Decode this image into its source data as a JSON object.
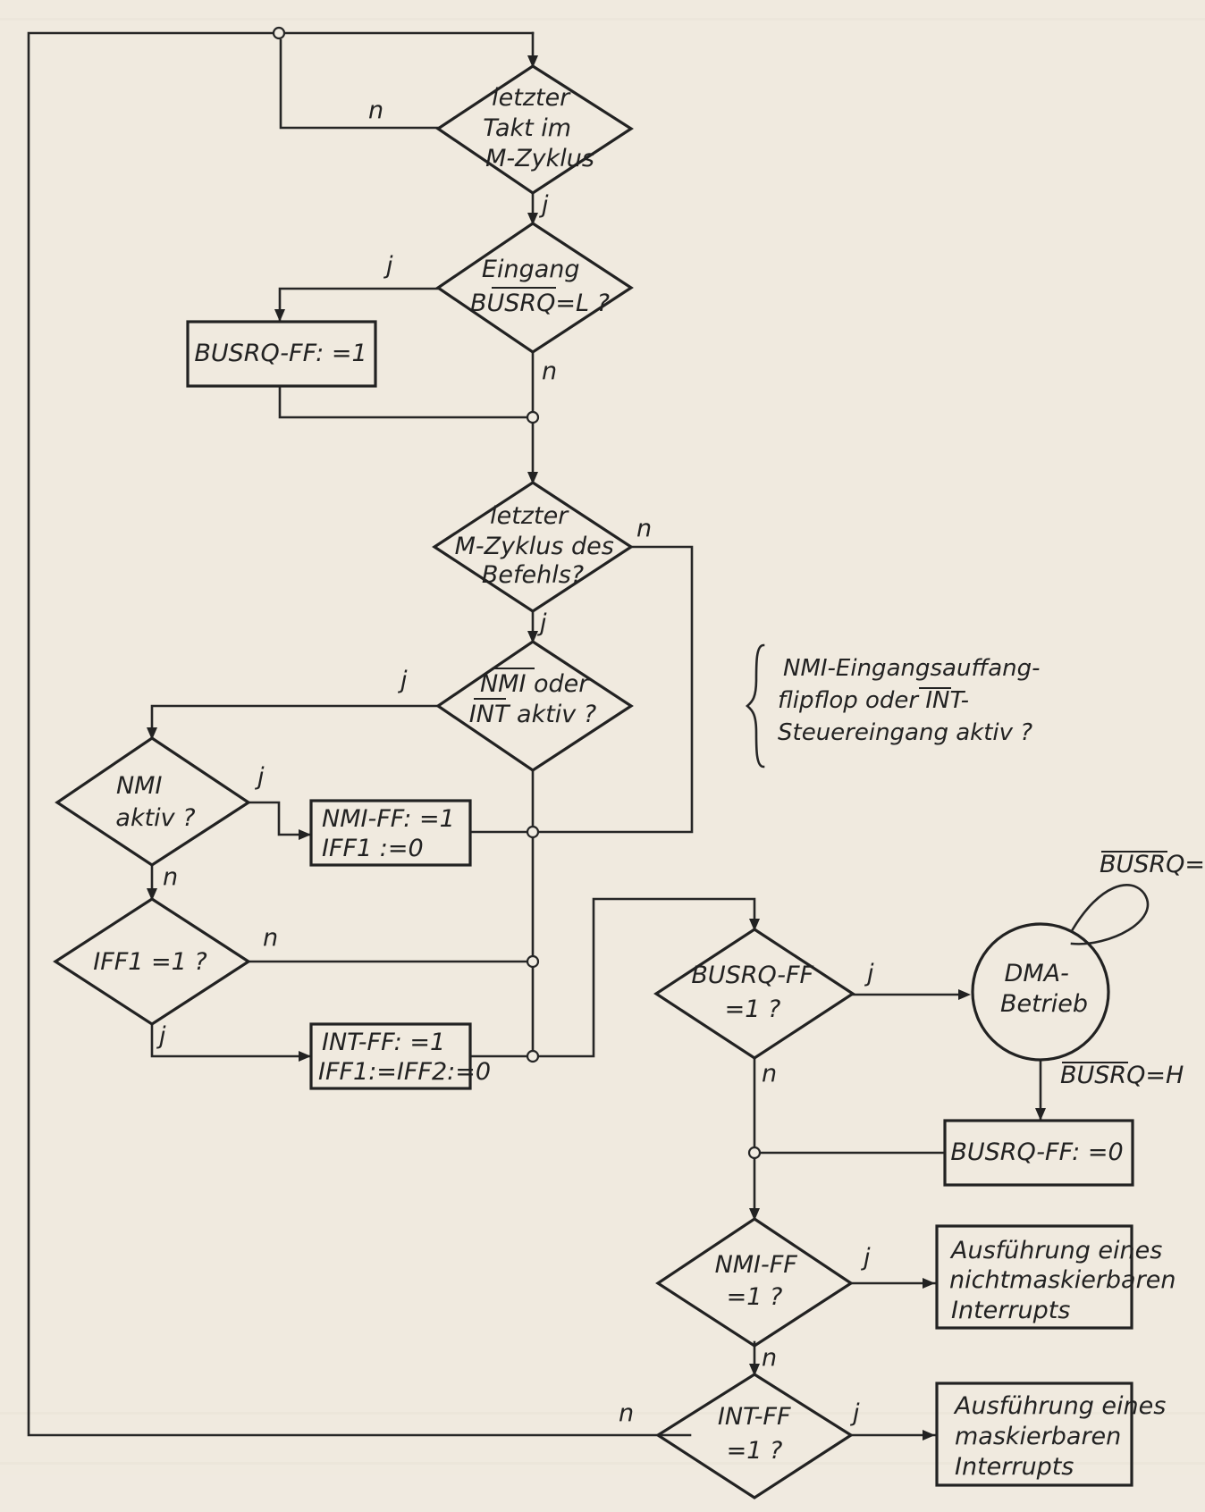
{
  "nodes": {
    "d_takt": [
      "letzter",
      "Takt im",
      "M-Zyklus"
    ],
    "d_eingang": [
      "Eingang",
      "BUSRQ=L ?"
    ],
    "b_busrq_set": [
      "BUSRQ-FF: =1"
    ],
    "d_mzyklus": [
      "letzter",
      "M-Zyklus des",
      "Befehls?"
    ],
    "d_nmi_int": [
      "NMI oder",
      "INT aktiv ?"
    ],
    "d_nmi_aktiv": [
      "NMI",
      "aktiv ?"
    ],
    "b_nmi_ff": [
      "NMI-FF: =1",
      "IFF1 :=0"
    ],
    "d_iff1": [
      "IFF1 =1 ?"
    ],
    "b_int_ff": [
      "INT-FF: =1",
      "IFF1:=IFF2:=0"
    ],
    "d_busrq_ff": [
      "BUSRQ-FF",
      "=1 ?"
    ],
    "c_dma": [
      "DMA-",
      "Betrieb"
    ],
    "b_busrq_reset": [
      "BUSRQ-FF: =0"
    ],
    "d_nmi_ff": [
      "NMI-FF",
      "=1 ?"
    ],
    "b_ausf_nmi": [
      "Ausführung eines",
      "nichtmaskierbaren",
      "Interrupts"
    ],
    "d_int_ff": [
      "INT-FF",
      "=1 ?"
    ],
    "b_ausf_int": [
      "Ausführung eines",
      "maskierbaren",
      "Interrupts"
    ]
  },
  "annotation": [
    "NMI-Eingangsauffang-",
    "flipflop oder INT-",
    "Steuereingang aktiv ?"
  ],
  "dma_labels": {
    "busrq_l": "BUSRQ=L",
    "busrq_h": "BUSRQ=H"
  },
  "branch_labels": {
    "yes": "j",
    "no": "n"
  }
}
